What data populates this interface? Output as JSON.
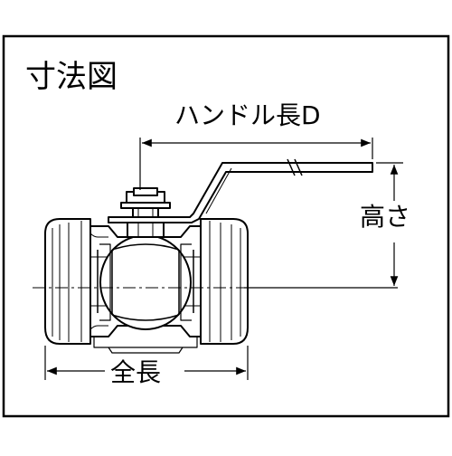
{
  "title": "寸法図",
  "labels": {
    "handle_length": "ハンドル長D",
    "height": "高さ",
    "total_length": "全長"
  },
  "colors": {
    "line": "#000000",
    "background": "#ffffff"
  }
}
